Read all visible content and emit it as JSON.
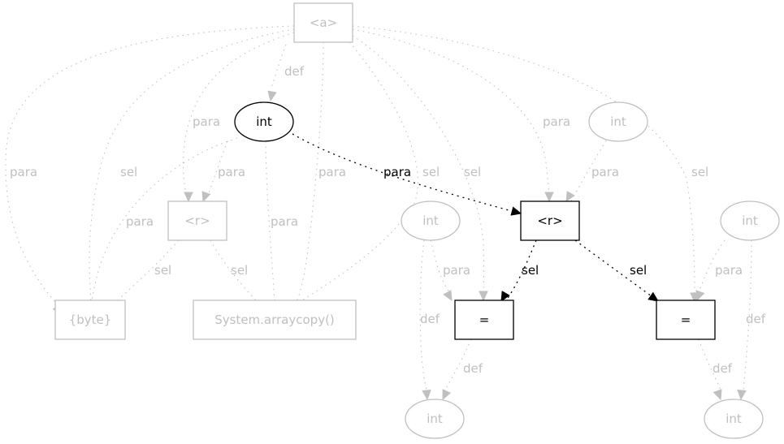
{
  "graph": {
    "nodes": [
      {
        "id": "a",
        "label": "<a>",
        "shape": "box",
        "state": "faded"
      },
      {
        "id": "int1",
        "label": "int",
        "shape": "ellipse",
        "state": "active"
      },
      {
        "id": "r1",
        "label": "<r>",
        "shape": "box",
        "state": "faded"
      },
      {
        "id": "byte",
        "label": "{byte}",
        "shape": "box",
        "state": "faded"
      },
      {
        "id": "arraycopy",
        "label": "System.arraycopy()",
        "shape": "box",
        "state": "faded"
      },
      {
        "id": "int2",
        "label": "int",
        "shape": "ellipse",
        "state": "faded"
      },
      {
        "id": "r2",
        "label": "<r>",
        "shape": "box",
        "state": "active"
      },
      {
        "id": "int3",
        "label": "int",
        "shape": "ellipse",
        "state": "faded"
      },
      {
        "id": "eq1",
        "label": "=",
        "shape": "box",
        "state": "active"
      },
      {
        "id": "int4",
        "label": "int",
        "shape": "ellipse",
        "state": "faded"
      },
      {
        "id": "eq2",
        "label": "=",
        "shape": "box",
        "state": "active"
      },
      {
        "id": "int5",
        "label": "int",
        "shape": "ellipse",
        "state": "faded"
      },
      {
        "id": "int6",
        "label": "int",
        "shape": "ellipse",
        "state": "faded"
      }
    ],
    "edges": [
      {
        "from": "a",
        "to": "int1",
        "label": "def",
        "state": "faded"
      },
      {
        "from": "a",
        "to": "byte",
        "label": "para",
        "state": "faded"
      },
      {
        "from": "a",
        "to": "byte",
        "label": "sel",
        "state": "faded"
      },
      {
        "from": "a",
        "to": "r1",
        "label": "para",
        "state": "faded"
      },
      {
        "from": "a",
        "to": "arraycopy",
        "label": "para",
        "state": "faded"
      },
      {
        "from": "a",
        "to": "arraycopy",
        "label": "sel",
        "state": "faded"
      },
      {
        "from": "a",
        "to": "eq1",
        "label": "sel",
        "state": "faded"
      },
      {
        "from": "a",
        "to": "r2",
        "label": "para",
        "state": "faded"
      },
      {
        "from": "a",
        "to": "eq2",
        "label": "sel",
        "state": "faded"
      },
      {
        "from": "int1",
        "to": "r2",
        "label": "para",
        "state": "active"
      },
      {
        "from": "int1",
        "to": "byte",
        "label": "para",
        "state": "faded"
      },
      {
        "from": "int1",
        "to": "r1",
        "label": "para",
        "state": "faded"
      },
      {
        "from": "int1",
        "to": "arraycopy",
        "label": "para",
        "state": "faded"
      },
      {
        "from": "r1",
        "to": "byte",
        "label": "sel",
        "state": "faded"
      },
      {
        "from": "r1",
        "to": "arraycopy",
        "label": "sel",
        "state": "faded"
      },
      {
        "from": "int2",
        "to": "r2",
        "label": "para",
        "state": "faded"
      },
      {
        "from": "r2",
        "to": "eq1",
        "label": "sel",
        "state": "active"
      },
      {
        "from": "r2",
        "to": "eq2",
        "label": "sel",
        "state": "active"
      },
      {
        "from": "int3",
        "to": "eq1",
        "label": "para",
        "state": "faded"
      },
      {
        "from": "int3",
        "to": "int4",
        "label": "def",
        "state": "faded"
      },
      {
        "from": "eq1",
        "to": "int4",
        "label": "def",
        "state": "faded"
      },
      {
        "from": "int5",
        "to": "eq2",
        "label": "para",
        "state": "faded"
      },
      {
        "from": "int5",
        "to": "int6",
        "label": "def",
        "state": "faded"
      },
      {
        "from": "eq2",
        "to": "int6",
        "label": "def",
        "state": "faded"
      }
    ]
  }
}
